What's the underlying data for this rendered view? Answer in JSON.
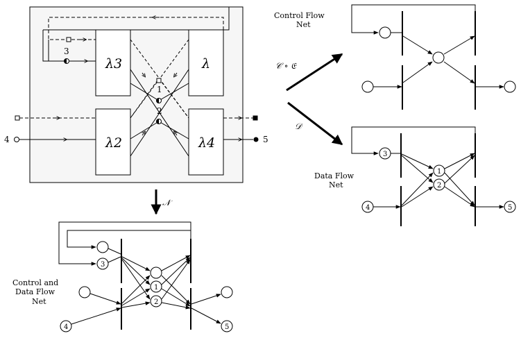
{
  "component": {
    "lambda3": "λ3",
    "lambda": "λ",
    "lambda2": "λ2",
    "lambda4": "λ4",
    "port_3": "3",
    "port_1": "1",
    "port_2": "2",
    "port_4": "4",
    "port_5": "5"
  },
  "arrows": {
    "to_control": "𝒞 ∘ 𝔈",
    "to_data": "𝒟",
    "to_combined": "𝒩"
  },
  "nets": {
    "control_flow": [
      "Control Flow",
      "Net"
    ],
    "data_flow": [
      "Data Flow",
      "Net"
    ],
    "combined": [
      "Control and",
      "Data Flow",
      "Net"
    ]
  },
  "places": {
    "p3": "3",
    "p1": "1",
    "p2": "2",
    "p4": "4",
    "p5": "5"
  }
}
